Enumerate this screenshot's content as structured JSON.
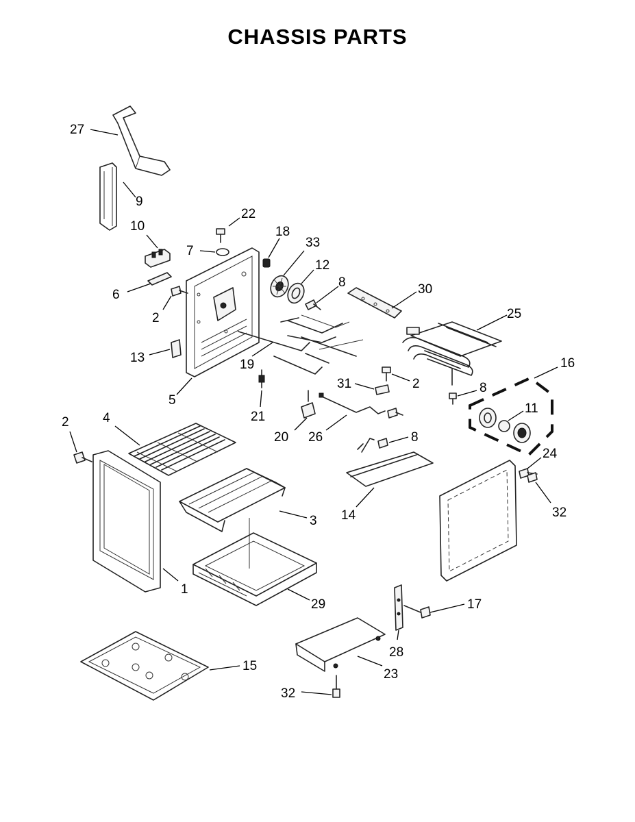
{
  "title": "CHASSIS PARTS",
  "callouts": [
    {
      "id": "c27a",
      "label": "27"
    },
    {
      "id": "c9",
      "label": "9"
    },
    {
      "id": "c22",
      "label": "22"
    },
    {
      "id": "c10",
      "label": "10"
    },
    {
      "id": "c7",
      "label": "7"
    },
    {
      "id": "c18",
      "label": "18"
    },
    {
      "id": "c33",
      "label": "33"
    },
    {
      "id": "c12",
      "label": "12"
    },
    {
      "id": "c8a",
      "label": "8"
    },
    {
      "id": "c30",
      "label": "30"
    },
    {
      "id": "c25",
      "label": "25"
    },
    {
      "id": "c6",
      "label": "6"
    },
    {
      "id": "c2a",
      "label": "2"
    },
    {
      "id": "c13",
      "label": "13"
    },
    {
      "id": "c19",
      "label": "19"
    },
    {
      "id": "c5",
      "label": "5"
    },
    {
      "id": "c21",
      "label": "21"
    },
    {
      "id": "c31",
      "label": "31"
    },
    {
      "id": "c2b",
      "label": "2"
    },
    {
      "id": "c16",
      "label": "16"
    },
    {
      "id": "c8b",
      "label": "8"
    },
    {
      "id": "c11",
      "label": "11"
    },
    {
      "id": "c2c",
      "label": "2"
    },
    {
      "id": "c4",
      "label": "4"
    },
    {
      "id": "c20",
      "label": "20"
    },
    {
      "id": "c26",
      "label": "26"
    },
    {
      "id": "c8c",
      "label": "8"
    },
    {
      "id": "c24",
      "label": "24"
    },
    {
      "id": "c14",
      "label": "14"
    },
    {
      "id": "c32a",
      "label": "32"
    },
    {
      "id": "c3",
      "label": "3"
    },
    {
      "id": "c1",
      "label": "1"
    },
    {
      "id": "c29",
      "label": "29"
    },
    {
      "id": "c17",
      "label": "17"
    },
    {
      "id": "c28",
      "label": "28"
    },
    {
      "id": "c15",
      "label": "15"
    },
    {
      "id": "c23",
      "label": "23"
    },
    {
      "id": "c32b",
      "label": "32"
    }
  ]
}
